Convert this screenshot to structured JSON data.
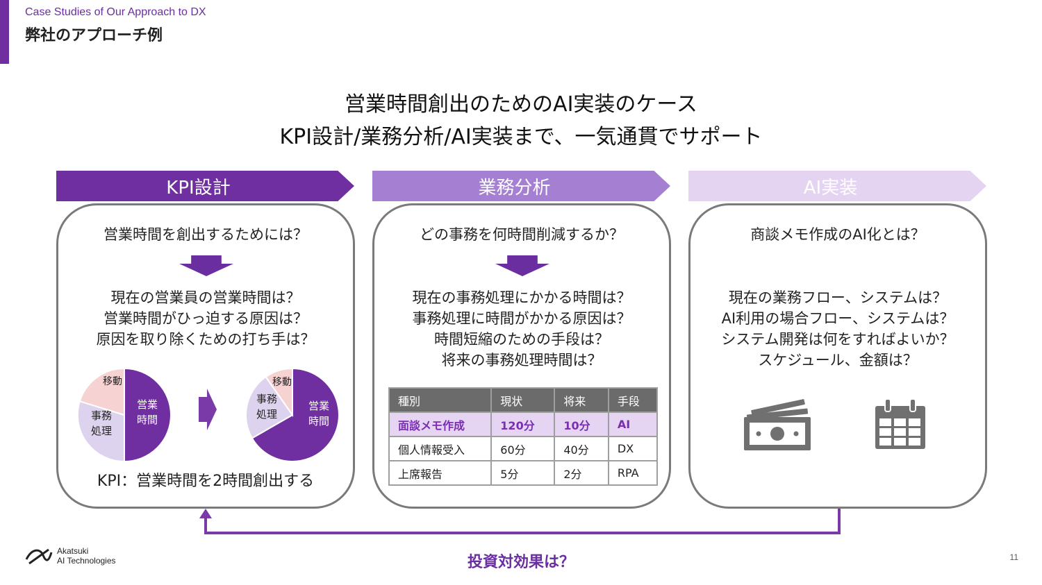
{
  "header": {
    "subtitle": "Case Studies of Our Approach to DX",
    "title": "弊社のアプローチ例"
  },
  "headline": {
    "line1": "営業時間創出のためのAI実装のケース",
    "line2": "KPI設計/業務分析/AI実装まで、一気通貫でサポート"
  },
  "colors": {
    "dark_purple": "#6f2fa0",
    "mid_purple": "#a57fd2",
    "light_purple": "#e4d4f1",
    "pie_lavender": "#ddd3ee",
    "pie_pink": "#f7d2d2",
    "table_highlight": "#e5d4f2"
  },
  "steps": [
    {
      "label": "KPI設計",
      "question": "営業時間を創出するためには？",
      "sub_lines": [
        "現在の営業員の営業時間は？",
        "営業時間がひっ迫する原因は？",
        "原因を取り除くための打ち手は？"
      ],
      "pies": [
        {
          "segments": [
            {
              "label": "営業時間",
              "share": 0.5
            },
            {
              "label": "事務処理",
              "share": 0.38
            },
            {
              "label": "移動",
              "share": 0.12
            }
          ]
        },
        {
          "segments": [
            {
              "label": "営業時間",
              "share": 0.68
            },
            {
              "label": "事務処理",
              "share": 0.2
            },
            {
              "label": "移動",
              "share": 0.12
            }
          ]
        }
      ],
      "pie_labels": {
        "eigyo_1": "営業",
        "eigyo_2": "時間",
        "jimu_1": "事務",
        "jimu_2": "処理",
        "ido": "移動"
      },
      "kpi": "KPI：営業時間を2時間創出する"
    },
    {
      "label": "業務分析",
      "question": "どの事務を何時間削減するか？",
      "sub_lines": [
        "現在の事務処理にかかる時間は？",
        "事務処理に時間がかかる原因は？",
        "時間短縮のための手段は？",
        "将来の事務処理時間は？"
      ],
      "table": {
        "headers": [
          "種別",
          "現状",
          "将来",
          "手段"
        ],
        "rows": [
          [
            "面談メモ作成",
            "120分",
            "10分",
            "AI"
          ],
          [
            "個人情報受入",
            "60分",
            "40分",
            "DX"
          ],
          [
            "上席報告",
            "5分",
            "2分",
            "RPA"
          ]
        ]
      }
    },
    {
      "label": "AI実装",
      "question": "商談メモ作成のAI化とは？",
      "sub_lines": [
        "現在の業務フロー、システムは？",
        "AI利用の場合フロー、システムは？",
        "システム開発は何をすればよいか？",
        "スケジュール、金額は？"
      ],
      "icons": [
        "money-icon",
        "calendar-icon"
      ]
    }
  ],
  "feedback_label": "投資対効果は？",
  "logo": {
    "line1": "Akatsuki",
    "line2": "AI Technologies"
  },
  "page_number": "11"
}
